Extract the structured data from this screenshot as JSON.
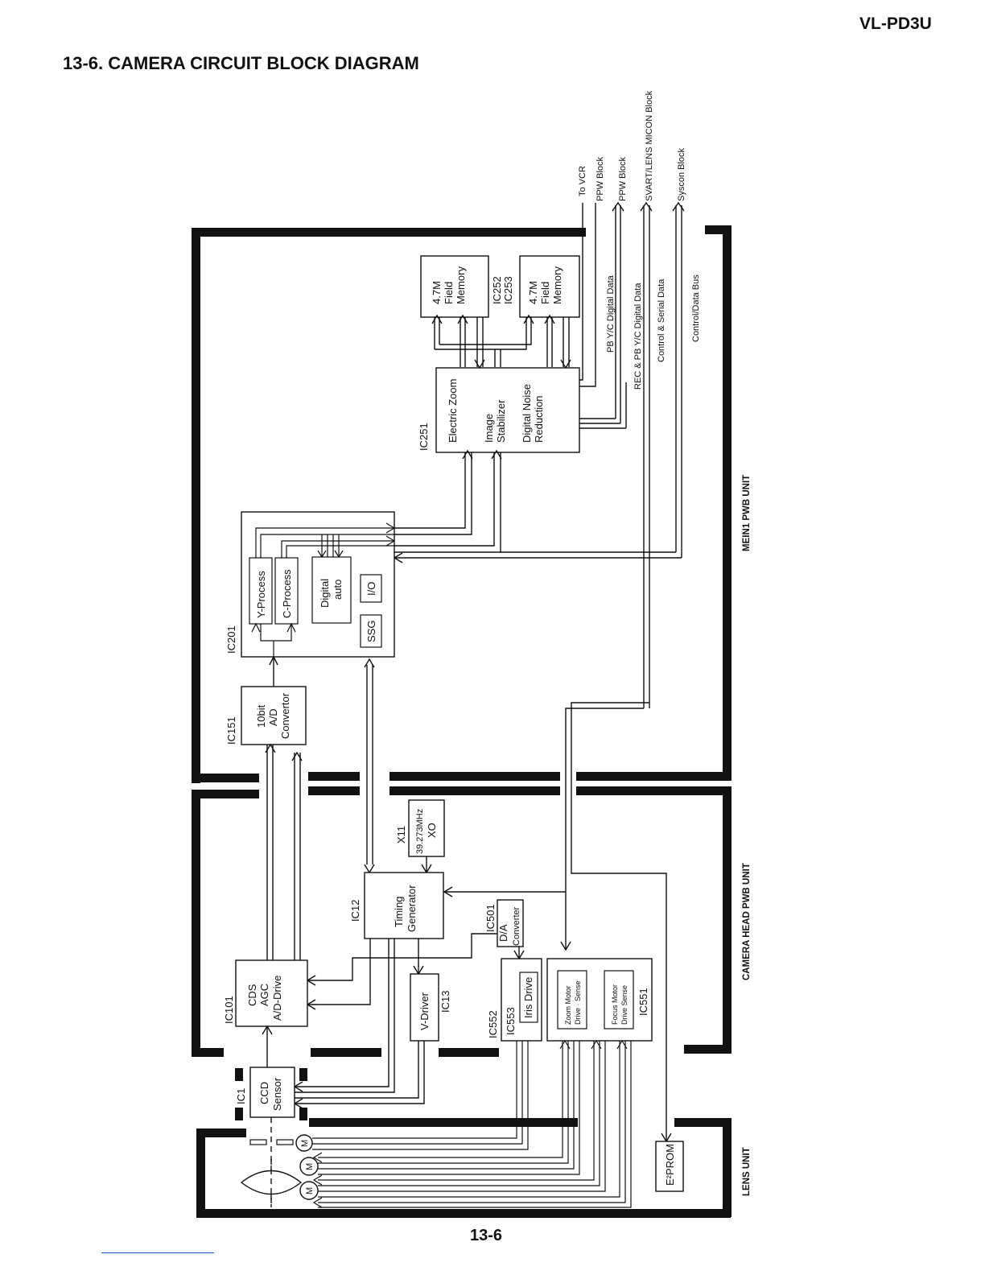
{
  "header": {
    "model": "VL-PD3U",
    "title": "13-6. CAMERA CIRCUIT BLOCK DIAGRAM"
  },
  "footer": {
    "page": "13-6"
  },
  "units": {
    "mein1": "MEIN1 PWB UNIT",
    "camera_head": "CAMERA HEAD PWB UNIT",
    "lens": "LENS UNIT"
  },
  "outputs": {
    "vcr": "To VCR",
    "ppw1": "PPW Block",
    "ppw2": "PPW Block",
    "svart": "SVART/LENS MICON Block",
    "syscon": "Syscon Block"
  },
  "signals": {
    "pb": "PB Y/C Digital Data",
    "rec": "REC & PB Y/C Digital Data",
    "ctrl": "Control &  Serial Data",
    "bus": "Control/Data Bus"
  },
  "blocks": {
    "fm1": {
      "l1": "4.7M",
      "l2": "Field",
      "l3": "Memory"
    },
    "fm2": {
      "l1": "4.7M",
      "l2": "Field",
      "l3": "Memory"
    },
    "ic252": {
      "l1": "IC252",
      "l2": "IC253"
    },
    "ic251": {
      "ref": "IC251",
      "l1": "Electric Zoom",
      "l2": "Image",
      "l3": "Stabilizer",
      "l4": "Digital Noise",
      "l5": "Reduction"
    },
    "ic201": {
      "ref": "IC201",
      "y": "Y-Process",
      "c": "C-Process",
      "d1": "Digital",
      "d2": "auto",
      "io": "I/O",
      "ssg": "SSG"
    },
    "ic151": {
      "ref": "IC151",
      "l1": "10bit",
      "l2": "A/D",
      "l3": "Convertor"
    },
    "x11": {
      "ref": "X11",
      "l1": "39.273MHz",
      "l2": "XO"
    },
    "ic12": {
      "ref": "IC12",
      "l1": "Timing",
      "l2": "Generator"
    },
    "ic501": {
      "ref": "IC501",
      "l1": "D/A",
      "l2": "Converter"
    },
    "ic101": {
      "ref": "IC101",
      "l1": "CDS",
      "l2": "AGC",
      "l3": "A/D-Drive"
    },
    "ic13": {
      "ref": "IC13",
      "l1": "V-Driver"
    },
    "ic553": {
      "ref1": "IC552",
      "ref2": "IC553",
      "l1": "Iris Drive"
    },
    "ic551": {
      "ref": "IC551",
      "z1": "Zoom Motor",
      "z2": "Drive · Sense",
      "f1": "Focus Motor",
      "f2": "Drive Sense"
    },
    "ic1": {
      "ref": "IC1",
      "l1": "CCD",
      "l2": "Sensor"
    },
    "eprom": {
      "l1": "E²PROM"
    },
    "motor": {
      "sym": "M"
    }
  }
}
